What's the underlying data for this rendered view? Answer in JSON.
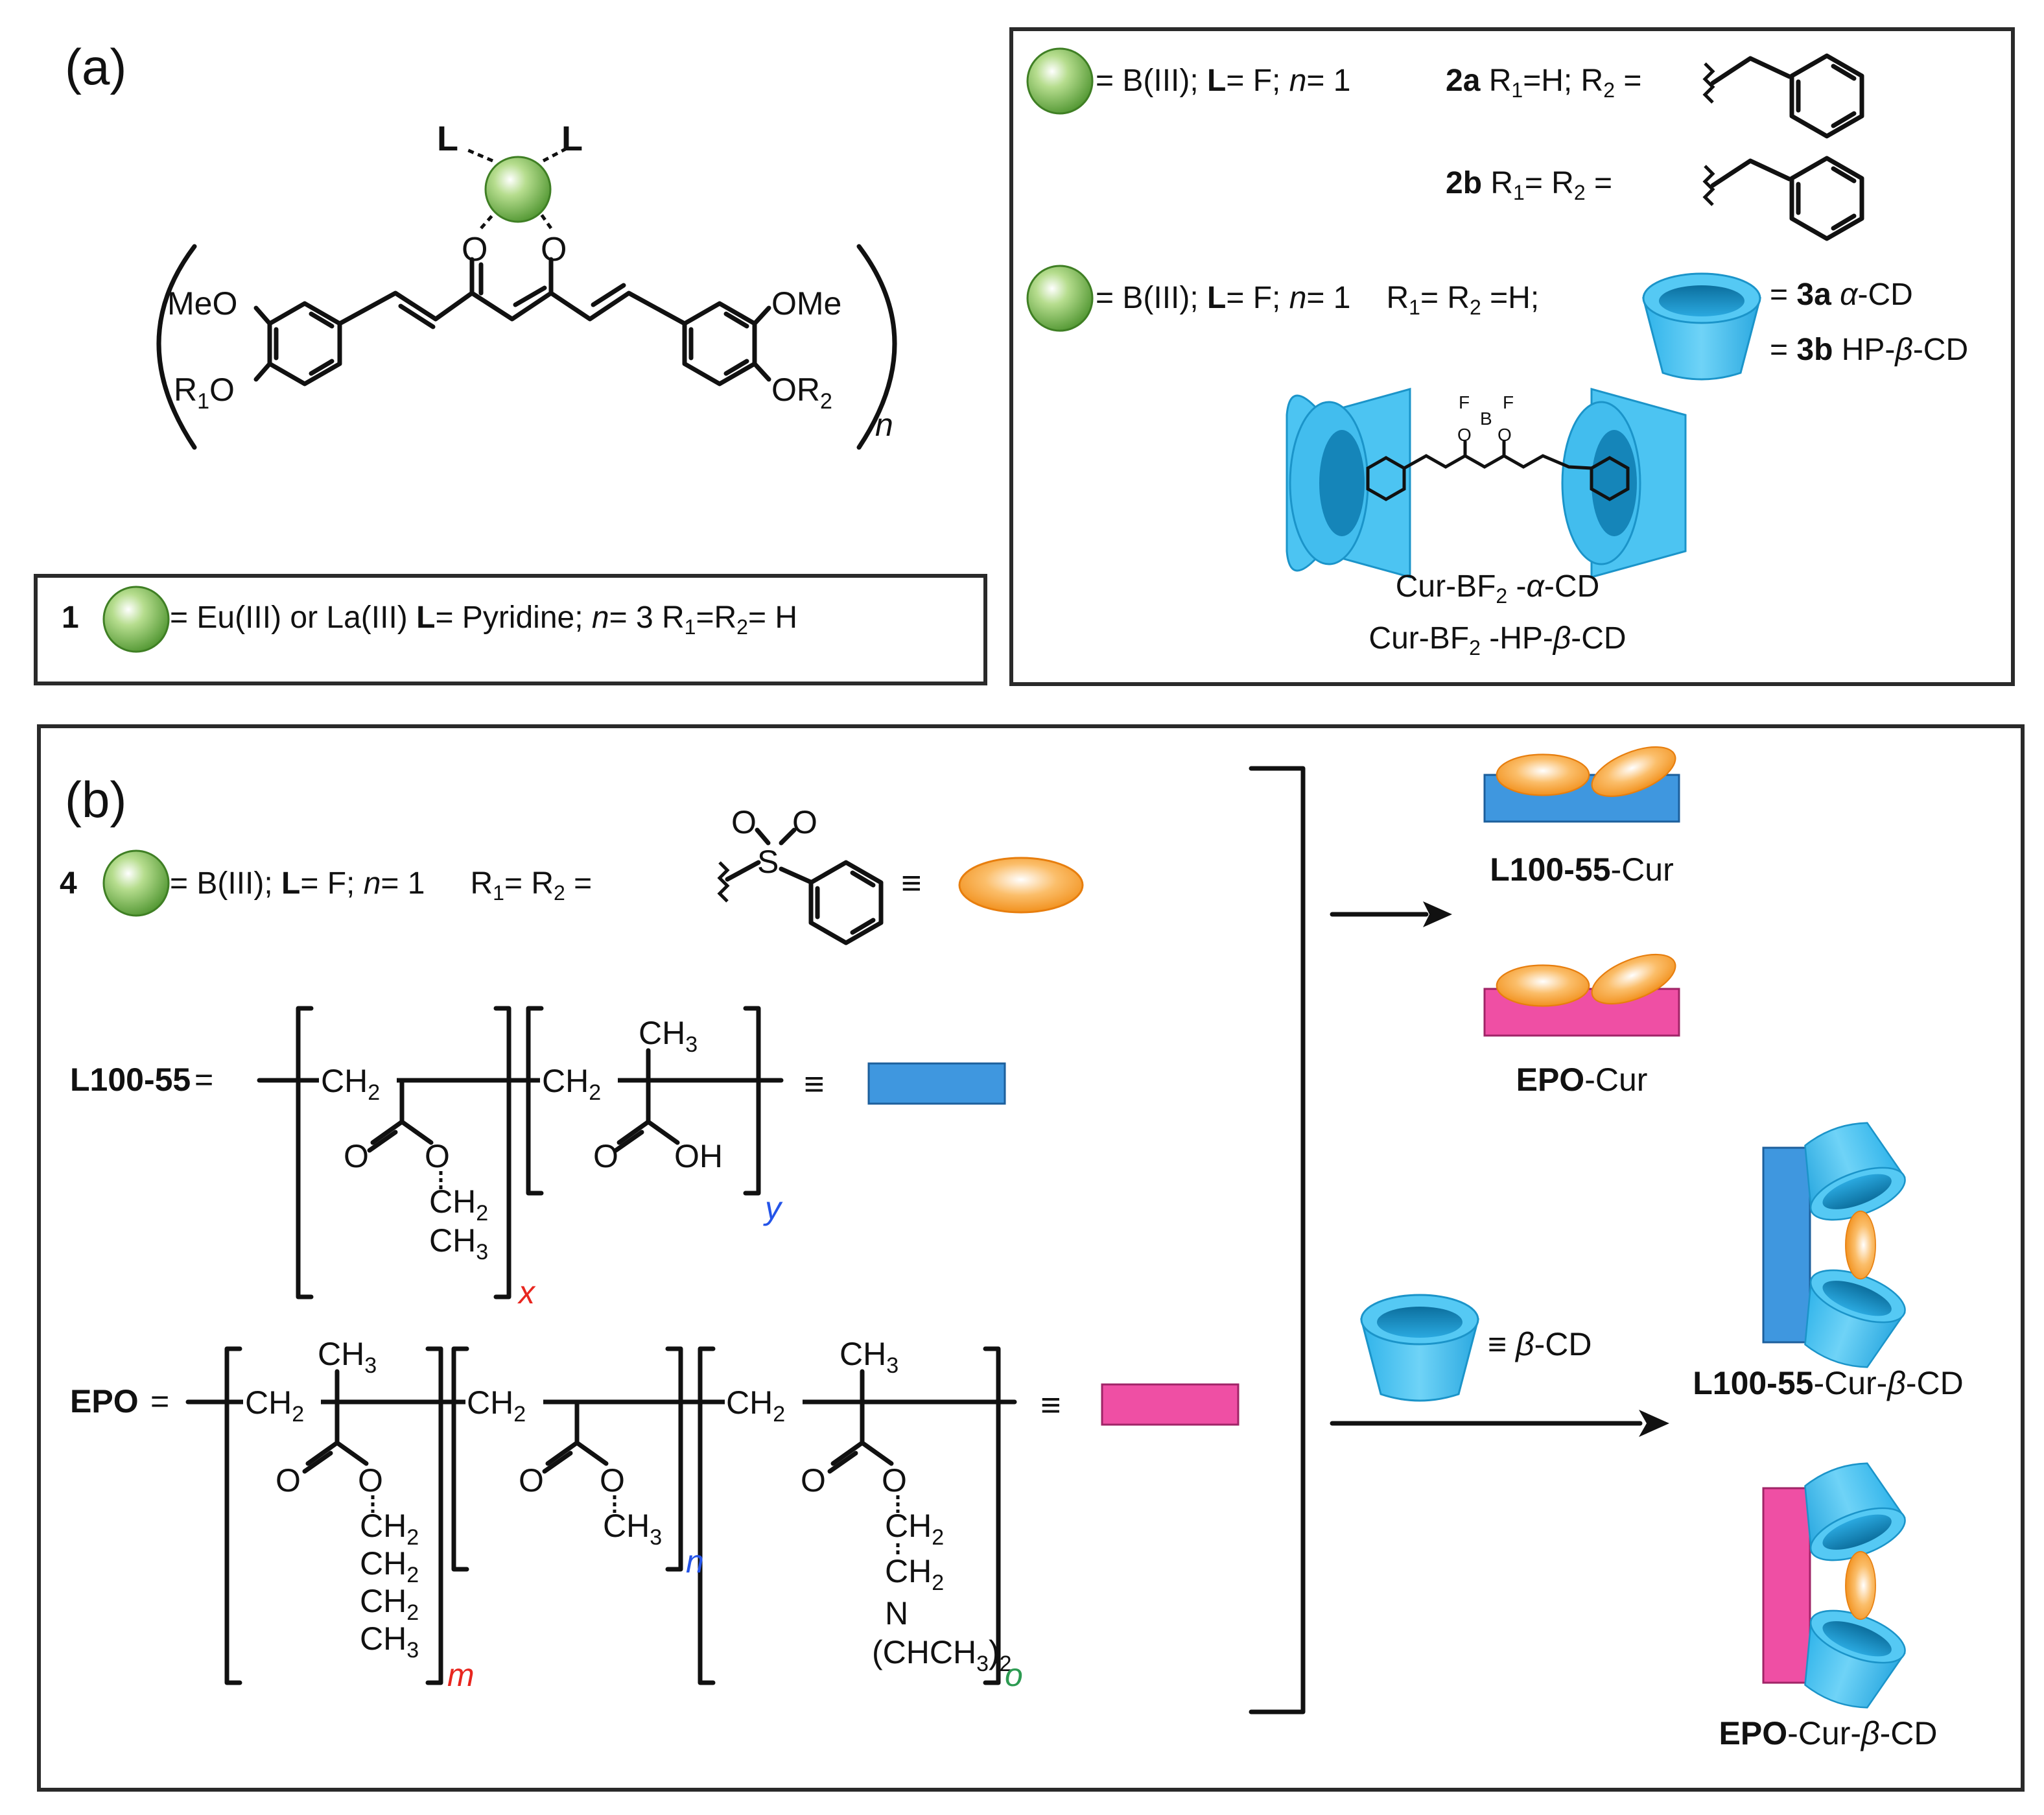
{
  "panel_a": {
    "label": "(a)",
    "ligand_L": "L",
    "o_atom": "O",
    "subst": {
      "meo_left": "MeO",
      "r1o": "R",
      "r1o_sub": "1",
      "r1o_tail": "O",
      "ome_right": "OMe",
      "or2": "OR",
      "or2_sub": "2",
      "n_sub": "n"
    },
    "box1": {
      "num": "1",
      "eq": " = Eu(III) or La(III)  ",
      "l_bold": "L",
      "l_rest": "= Pyridine; ",
      "n_it": "n",
      "rest": "= 3  R",
      "r1": "1",
      "mid": "=R",
      "r2": "2",
      "end": "= H"
    },
    "right": {
      "row1": {
        "eq": "= B(III); ",
        "l": "L",
        "l_rest": "= F; ",
        "n": "n",
        "n_rest": "= 1"
      },
      "c2a": {
        "bold": "2a",
        "t1": " R",
        "s1": "1",
        "t2": "=H; R",
        "s2": "2",
        "t3": " ="
      },
      "c2b": {
        "bold": "2b",
        "t1": " R",
        "s1": "1",
        "t2": "= R",
        "s2": "2",
        "t3": " ="
      },
      "row3": {
        "eq": "= B(III); ",
        "l": "L",
        "l_rest": "= F; ",
        "n": "n",
        "n_rest": "= 1",
        "r": "R",
        "s1": "1",
        "mid": "= R",
        "s2": "2",
        "end": " =H;"
      },
      "c3a": {
        "pre": "= ",
        "bold": "3a",
        "sp": " ",
        "greek": "α",
        "tail": "-CD"
      },
      "c3b": {
        "pre": "= ",
        "bold": "3b",
        "mid": " HP-",
        "greek": "β",
        "tail": "-CD"
      },
      "complex_atoms": {
        "f": "F",
        "b": "B",
        "o": "O"
      },
      "cap1": {
        "a": "Cur-BF",
        "s": "2",
        "b": " -",
        "g": "α",
        "c": "-CD"
      },
      "cap2": {
        "a": "Cur-BF",
        "s": "2",
        "b": " -HP-",
        "g": "β",
        "c": "-CD"
      }
    }
  },
  "panel_b": {
    "label": "(b)",
    "c4": {
      "num": "4",
      "eq": " = B(III); ",
      "l": "L",
      "l_rest": "= F; ",
      "n": "n",
      "n_rest": "= 1",
      "r": "R",
      "s1": "1",
      "mid": "= R",
      "s2": "2",
      "end": " =",
      "s_atom": "S",
      "o_atom": "O",
      "equiv": "≡"
    },
    "l100": {
      "name": "L100-55",
      "eq": " =",
      "ch2": "CH",
      "two": "2",
      "ch3": "CH",
      "three": "3",
      "o": "O",
      "oh": "OH",
      "x": "x",
      "y": "y",
      "equiv": "≡"
    },
    "epo": {
      "name": "EPO",
      "eq": " =",
      "ch2": "CH",
      "two": "2",
      "ch3": "CH",
      "three": "3",
      "o": "O",
      "n_atom": "N",
      "nme2": "(CH",
      "nme2_tail": ")",
      "m": "m",
      "n": "n",
      "o_sub": "o",
      "equiv": "≡"
    },
    "products": {
      "p1": {
        "bold": "L100-55",
        "rest": "-Cur"
      },
      "p2": {
        "bold": "EPO",
        "rest": "-Cur"
      },
      "p3": {
        "bold": "L100-55",
        "rest": "-Cur-",
        "g": "β",
        "tail": "-CD"
      },
      "p4": {
        "bold": "EPO",
        "rest": "-Cur-",
        "g": "β",
        "tail": "-CD"
      },
      "bcd": {
        "pre": "≡ ",
        "g": "β",
        "tail": "-CD"
      }
    }
  },
  "colors": {
    "sphere": "#6cb144",
    "cd_cyan": "#3cbef0",
    "cd_dark": "#1a8fc4",
    "ellipse": "#f7a134",
    "l100_rect": "#3f97df",
    "epo_rect": "#ef4fa4",
    "sub_red": "#e8261f",
    "sub_blue": "#2454e8",
    "sub_green": "#2c9a51"
  }
}
